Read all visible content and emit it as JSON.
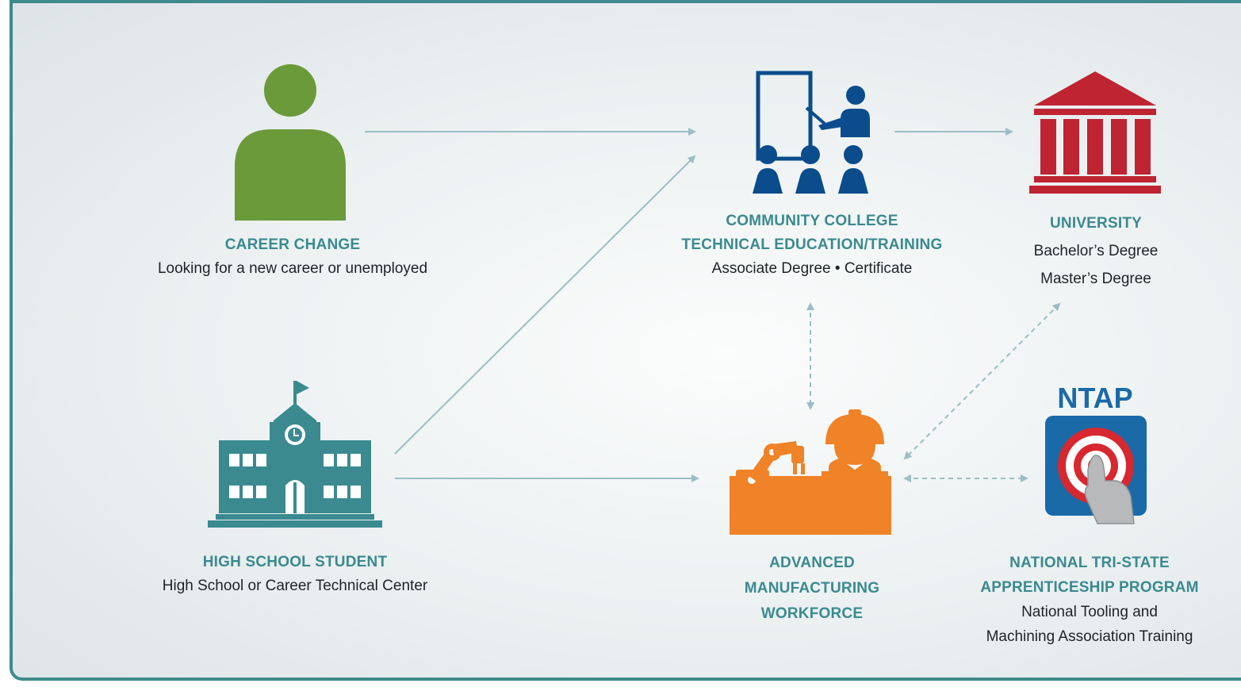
{
  "nodes": {
    "career_change": {
      "title": "CAREER CHANGE",
      "lines": [
        "Looking for a new career or unemployed"
      ]
    },
    "high_school": {
      "title": "HIGH SCHOOL STUDENT",
      "lines": [
        "High School or Career Technical Center"
      ]
    },
    "community_college": {
      "title_lines": [
        "COMMUNITY COLLEGE",
        "TECHNICAL EDUCATION/TRAINING"
      ],
      "lines": [
        "Associate Degree • Certificate"
      ]
    },
    "university": {
      "title": "UNIVERSITY",
      "lines": [
        "Bachelor’s Degree",
        "Master’s Degree"
      ]
    },
    "workforce": {
      "title_lines": [
        "ADVANCED",
        "MANUFACTURING",
        "WORKFORCE"
      ]
    },
    "ntap": {
      "logo_text": "NTAP",
      "title_lines": [
        "NATIONAL TRI-STATE",
        "APPRENTICESHIP PROGRAM"
      ],
      "lines": [
        "National Tooling and",
        "Machining Association Training"
      ]
    }
  },
  "icons": {
    "career_change": "person-icon",
    "high_school": "school-building-icon",
    "community_college": "classroom-icon",
    "university": "university-building-icon",
    "workforce": "factory-worker-icon",
    "ntap": "ntap-logo"
  },
  "colors": {
    "frame": "#3f8a8c",
    "title_text": "#3a8a8f",
    "person_green": "#6a9a3a",
    "school_teal": "#3a8a8f",
    "classroom_blue": "#0a4c8c",
    "university_red": "#bf2432",
    "workforce_orange": "#f08227",
    "ntap_red": "#d7282f",
    "ntap_blue": "#1a6aa8",
    "arrow": "#9bbec4"
  }
}
